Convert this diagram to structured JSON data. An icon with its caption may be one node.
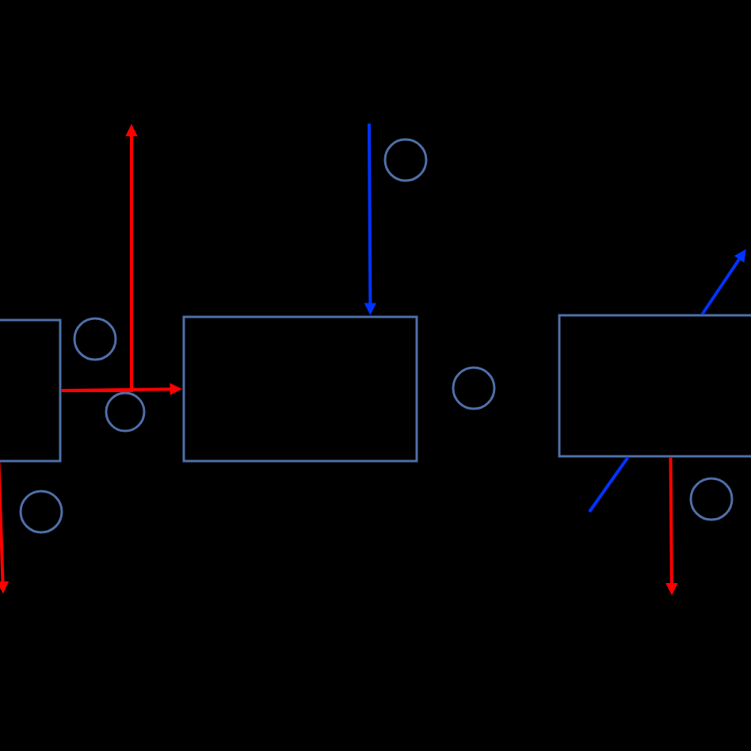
{
  "diagram": {
    "nodes": [
      {
        "text": [],
        "shape": "box"
      },
      {
        "text": [],
        "shape": "box"
      },
      {
        "text": [],
        "shape": "box"
      },
      {
        "text": [],
        "shape": "circle"
      },
      {
        "text": [],
        "shape": "circle"
      },
      {
        "text": [],
        "shape": "circle"
      },
      {
        "text": [],
        "shape": "circle"
      },
      {
        "text": [],
        "shape": "circle"
      },
      {
        "text": [],
        "shape": "circle"
      }
    ],
    "edges": [
      {
        "from": 0,
        "to": 1,
        "arrow": "to"
      },
      {
        "from": 0,
        "to": null,
        "arrow": "to"
      },
      {
        "from": 0,
        "to": null,
        "arrow": "to"
      },
      {
        "from": null,
        "to": 1,
        "arrow": "to",
        "color": "#0033ff"
      },
      {
        "from": 2,
        "to": null,
        "arrow": "to",
        "color": "#0033ff"
      },
      {
        "from": null,
        "to": 2,
        "arrow": "none",
        "color": "#0033ff"
      },
      {
        "from": 2,
        "to": null,
        "arrow": "to"
      }
    ]
  }
}
